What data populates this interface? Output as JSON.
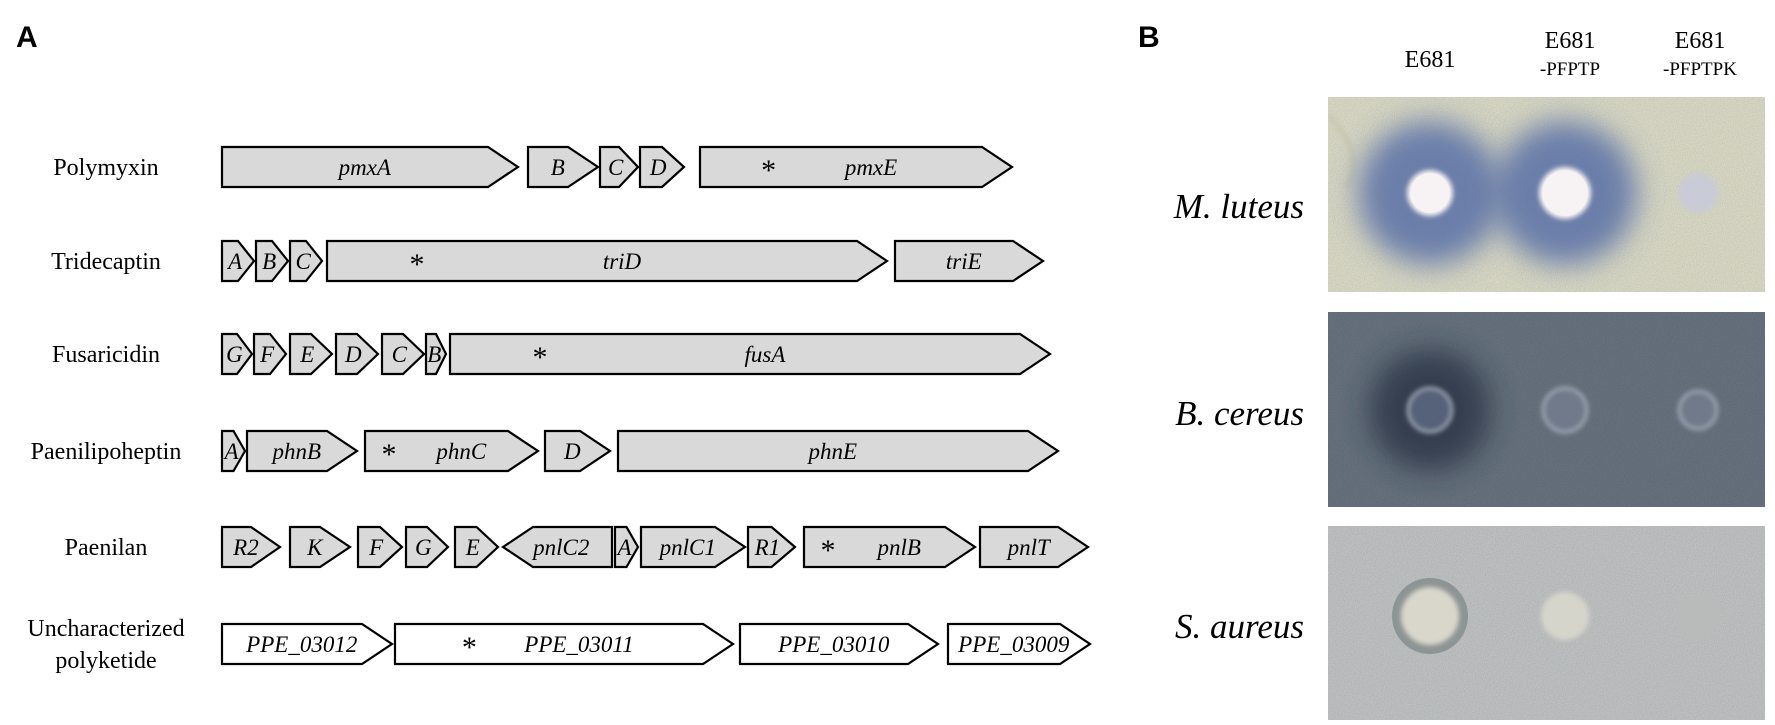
{
  "panel_a": {
    "label": "A",
    "clusters": [
      {
        "name_lines": [
          "Polymyxin"
        ],
        "genes": [
          {
            "label": "pmxA",
            "start": 222,
            "end": 518,
            "dir": "right",
            "fill": "#d9d9d9"
          },
          {
            "label": "B",
            "start": 528,
            "end": 598,
            "dir": "right",
            "fill": "#d9d9d9"
          },
          {
            "label": "C",
            "start": 600,
            "end": 638,
            "dir": "right",
            "fill": "#d9d9d9"
          },
          {
            "label": "D",
            "start": 640,
            "end": 684,
            "dir": "right",
            "fill": "#d9d9d9"
          },
          {
            "label": "pmxE",
            "start": 700,
            "end": 1012,
            "dir": "right",
            "fill": "#d9d9d9",
            "star": true
          }
        ]
      },
      {
        "name_lines": [
          "Tridecaptin"
        ],
        "genes": [
          {
            "label": "A",
            "start": 222,
            "end": 254,
            "dir": "right",
            "fill": "#d9d9d9"
          },
          {
            "label": "B",
            "start": 256,
            "end": 288,
            "dir": "right",
            "fill": "#d9d9d9"
          },
          {
            "label": "C",
            "start": 290,
            "end": 322,
            "dir": "right",
            "fill": "#d9d9d9"
          },
          {
            "label": "triD",
            "start": 327,
            "end": 887,
            "dir": "right",
            "fill": "#d9d9d9",
            "star": true
          },
          {
            "label": "triE",
            "start": 895,
            "end": 1043,
            "dir": "right",
            "fill": "#d9d9d9"
          }
        ]
      },
      {
        "name_lines": [
          "Fusaricidin"
        ],
        "genes": [
          {
            "label": "G",
            "start": 222,
            "end": 252,
            "dir": "right",
            "fill": "#d9d9d9"
          },
          {
            "label": "F",
            "start": 254,
            "end": 286,
            "dir": "right",
            "fill": "#d9d9d9"
          },
          {
            "label": "E",
            "start": 290,
            "end": 332,
            "dir": "right",
            "fill": "#d9d9d9"
          },
          {
            "label": "D",
            "start": 336,
            "end": 378,
            "dir": "right",
            "fill": "#d9d9d9"
          },
          {
            "label": "C",
            "start": 382,
            "end": 424,
            "dir": "right",
            "fill": "#d9d9d9"
          },
          {
            "label": "B",
            "start": 426,
            "end": 446,
            "dir": "right",
            "fill": "#d9d9d9"
          },
          {
            "label": "fusA",
            "start": 450,
            "end": 1050,
            "dir": "right",
            "fill": "#d9d9d9",
            "star": true
          }
        ]
      },
      {
        "name_lines": [
          "Paenilipoheptin"
        ],
        "genes": [
          {
            "label": "A",
            "start": 222,
            "end": 245,
            "dir": "right",
            "fill": "#d9d9d9"
          },
          {
            "label": "phnB",
            "start": 247,
            "end": 357,
            "dir": "right",
            "fill": "#d9d9d9"
          },
          {
            "label": "phnC",
            "start": 365,
            "end": 538,
            "dir": "right",
            "fill": "#d9d9d9",
            "star": true
          },
          {
            "label": "D",
            "start": 545,
            "end": 610,
            "dir": "right",
            "fill": "#d9d9d9"
          },
          {
            "label": "phnE",
            "start": 618,
            "end": 1058,
            "dir": "right",
            "fill": "#d9d9d9"
          }
        ]
      },
      {
        "name_lines": [
          "Paenilan"
        ],
        "genes": [
          {
            "label": "R2",
            "start": 222,
            "end": 280,
            "dir": "right",
            "fill": "#d9d9d9"
          },
          {
            "label": "K",
            "start": 290,
            "end": 350,
            "dir": "right",
            "fill": "#d9d9d9"
          },
          {
            "label": "F",
            "start": 358,
            "end": 402,
            "dir": "right",
            "fill": "#d9d9d9"
          },
          {
            "label": "G",
            "start": 406,
            "end": 448,
            "dir": "right",
            "fill": "#d9d9d9"
          },
          {
            "label": "E",
            "start": 455,
            "end": 498,
            "dir": "right",
            "fill": "#d9d9d9"
          },
          {
            "label": "pnlC2",
            "start": 503,
            "end": 612,
            "dir": "left",
            "fill": "#d9d9d9"
          },
          {
            "label": "A",
            "start": 615,
            "end": 638,
            "dir": "right",
            "fill": "#d9d9d9"
          },
          {
            "label": "pnlC1",
            "start": 641,
            "end": 745,
            "dir": "right",
            "fill": "#d9d9d9"
          },
          {
            "label": "R1",
            "start": 748,
            "end": 795,
            "dir": "right",
            "fill": "#d9d9d9"
          },
          {
            "label": "pnlB",
            "start": 804,
            "end": 975,
            "dir": "right",
            "fill": "#d9d9d9",
            "star": true
          },
          {
            "label": "pnlT",
            "start": 980,
            "end": 1088,
            "dir": "right",
            "fill": "#d9d9d9"
          }
        ]
      },
      {
        "name_lines": [
          "Uncharacterized",
          "polyketide"
        ],
        "genes": [
          {
            "label": "PPE_03012",
            "start": 222,
            "end": 392,
            "dir": "right",
            "fill": "#ffffff"
          },
          {
            "label": "PPE_03011",
            "start": 395,
            "end": 733,
            "dir": "right",
            "fill": "#ffffff",
            "star": true
          },
          {
            "label": "PPE_03010",
            "start": 740,
            "end": 938,
            "dir": "right",
            "fill": "#ffffff"
          },
          {
            "label": "PPE_03009",
            "start": 948,
            "end": 1090,
            "dir": "right",
            "fill": "#ffffff"
          }
        ]
      }
    ],
    "star_symbol": "*"
  },
  "panel_b": {
    "label": "B",
    "columns": [
      {
        "lines": [
          "E681"
        ]
      },
      {
        "lines": [
          "E681",
          "-PFPTP"
        ]
      },
      {
        "lines": [
          "E681",
          "-PFPTPK"
        ]
      }
    ],
    "rows": [
      {
        "organism": "M. luteus",
        "background": "#e3e3cf",
        "halo_color": "#4f68a4",
        "disk_color": "#f3eef0",
        "spots": [
          {
            "halo_radius": 92,
            "disk_radius": 23,
            "opacity": 0.78
          },
          {
            "halo_radius": 92,
            "disk_radius": 26,
            "opacity": 0.78
          },
          {
            "halo_radius": 0,
            "disk_radius": 20,
            "opacity": 0
          }
        ]
      },
      {
        "organism": "B. cereus",
        "background": "#6b7784",
        "halo_color": "#20293e",
        "disk_color": "#7a8594",
        "spots": [
          {
            "halo_radius": 78,
            "disk_radius": 22,
            "opacity": 0.7
          },
          {
            "halo_radius": 0,
            "disk_radius": 22,
            "opacity": 0
          },
          {
            "halo_radius": 0,
            "disk_radius": 19,
            "opacity": 0
          }
        ]
      },
      {
        "organism": "S. aureus",
        "background": "#c8cbcb",
        "halo_color": "#8d9494",
        "disk_color": "#d9d7cc",
        "spots": [
          {
            "halo_radius": 38,
            "disk_radius": 29,
            "opacity": 1.0
          },
          {
            "halo_radius": 0,
            "disk_radius": 24,
            "opacity": 0
          },
          {
            "halo_radius": 0,
            "disk_radius": 21,
            "opacity": 0
          }
        ]
      }
    ]
  }
}
